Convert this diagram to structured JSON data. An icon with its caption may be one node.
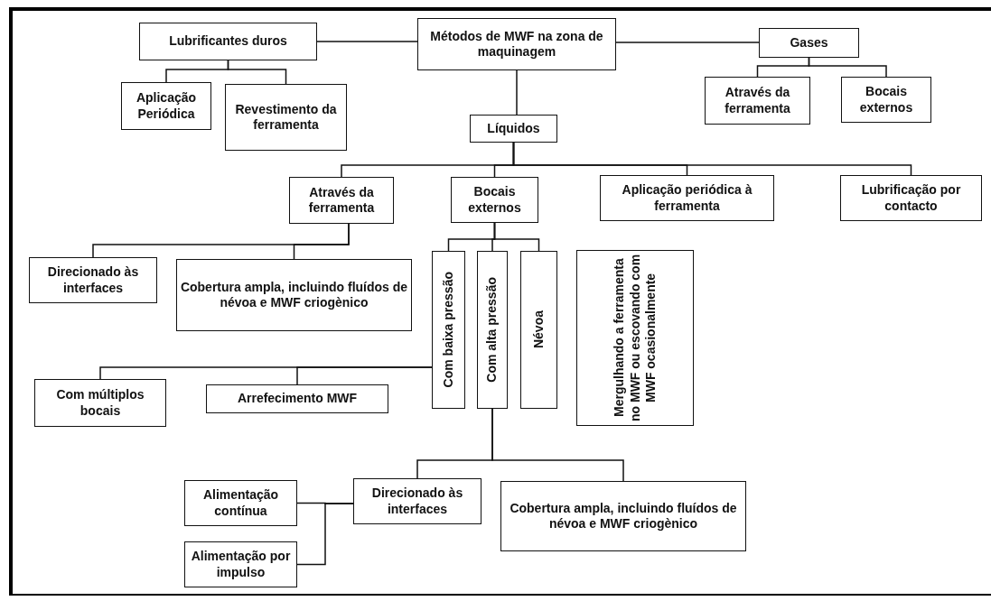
{
  "diagram": {
    "nodes": [
      {
        "text": [
          "Métodos de MWF na zona de maquinagem"
        ]
      },
      {
        "text": [
          "Lubrificantes duros"
        ]
      },
      {
        "text": [
          "Aplicação Periódica"
        ]
      },
      {
        "text": [
          "Revestimento da ferramenta"
        ]
      },
      {
        "text": [
          "Líquidos"
        ]
      },
      {
        "text": [
          "Gases"
        ]
      },
      {
        "text": [
          "Através da ferramenta"
        ]
      },
      {
        "text": [
          "Bocais externos"
        ]
      },
      {
        "text": [
          "Através da ferramenta"
        ]
      },
      {
        "text": [
          "Bocais externos"
        ]
      },
      {
        "text": [
          "Aplicação periódica à ferramenta"
        ]
      },
      {
        "text": [
          "Lubrificação por contacto"
        ]
      },
      {
        "text": [
          "Direcionado às interfaces"
        ]
      },
      {
        "text": [
          "Cobertura ampla, incluindo fluídos de névoa e MWF criogènico"
        ]
      },
      {
        "text": [
          "Com baixa pressão"
        ]
      },
      {
        "text": [
          "Com alta pressão"
        ]
      },
      {
        "text": [
          "Névoa"
        ]
      },
      {
        "text": [
          "Mergulhando a ferramenta no MWF ou escovando com MWF ocasionalmente"
        ]
      },
      {
        "text": [
          "Com múltiplos bocais"
        ]
      },
      {
        "text": [
          "Arrefecimento MWF"
        ]
      },
      {
        "text": [
          "Alimentação contínua"
        ]
      },
      {
        "text": [
          "Alimentação por impulso"
        ]
      },
      {
        "text": [
          "Direcionado às interfaces"
        ]
      },
      {
        "text": [
          "Cobertura ampla, incluindo fluídos de névoa e MWF criogènico"
        ]
      }
    ],
    "edges": [
      {
        "from": 0,
        "to": 1,
        "arrow": "none"
      },
      {
        "from": 0,
        "to": 5,
        "arrow": "none"
      },
      {
        "from": 0,
        "to": 4,
        "arrow": "none"
      },
      {
        "from": 1,
        "to": 2,
        "arrow": "none"
      },
      {
        "from": 1,
        "to": 3,
        "arrow": "none"
      },
      {
        "from": 5,
        "to": 6,
        "arrow": "none"
      },
      {
        "from": 5,
        "to": 7,
        "arrow": "none"
      },
      {
        "from": 4,
        "to": 8,
        "arrow": "none"
      },
      {
        "from": 4,
        "to": 9,
        "arrow": "none"
      },
      {
        "from": 4,
        "to": 10,
        "arrow": "none"
      },
      {
        "from": 4,
        "to": 11,
        "arrow": "none"
      },
      {
        "from": 8,
        "to": 12,
        "arrow": "none"
      },
      {
        "from": 8,
        "to": 13,
        "arrow": "none"
      },
      {
        "from": 9,
        "to": 14,
        "arrow": "none"
      },
      {
        "from": 9,
        "to": 15,
        "arrow": "none"
      },
      {
        "from": 9,
        "to": 16,
        "arrow": "none"
      },
      {
        "from": 14,
        "to": 18,
        "arrow": "none"
      },
      {
        "from": 14,
        "to": 19,
        "arrow": "none"
      },
      {
        "from": 15,
        "to": 22,
        "arrow": "none"
      },
      {
        "from": 15,
        "to": 23,
        "arrow": "none"
      },
      {
        "from": 22,
        "to": 20,
        "arrow": "none"
      },
      {
        "from": 22,
        "to": 21,
        "arrow": "none"
      }
    ]
  }
}
